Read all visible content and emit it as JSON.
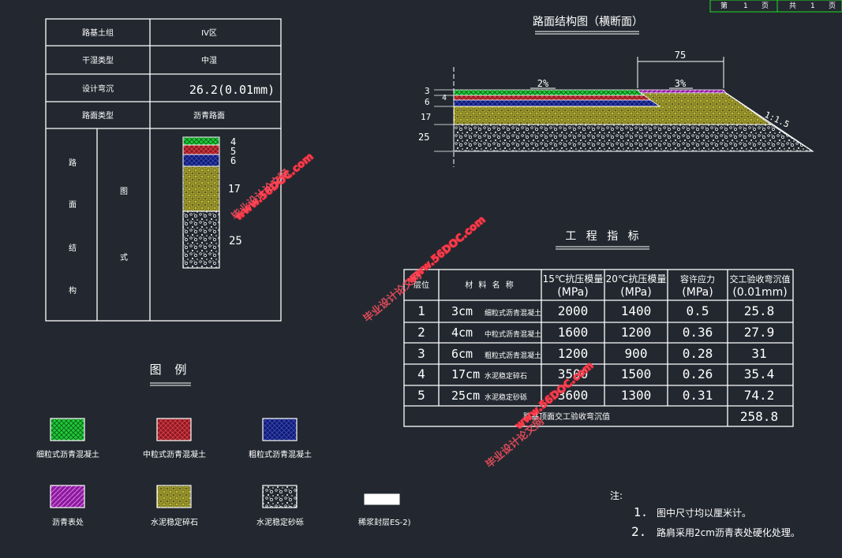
{
  "colors": {
    "background": "#232830",
    "line": "#ffffff",
    "border_green": "#22dd22",
    "watermark": "#ff3040"
  },
  "page_box": {
    "first": "第",
    "page_no": "1",
    "page_unit": "页",
    "total": "共",
    "total_no": "1",
    "total_unit": "页"
  },
  "left_table": {
    "rows": [
      {
        "label": "路基土组",
        "value": "IV区"
      },
      {
        "label": "干湿类型",
        "value": "中湿"
      },
      {
        "label": "设计弯沉",
        "value": "26.2(0.01mm)"
      },
      {
        "label": "路面类型",
        "value": "沥青路面"
      }
    ],
    "structure_label": [
      "路",
      "面",
      "结",
      "构"
    ],
    "figure_label": [
      "图",
      "式"
    ],
    "layer_numbers": [
      "4",
      "5",
      "6",
      "17",
      "25"
    ]
  },
  "cross_section": {
    "title": "路面结构图（横断面）",
    "top_dim": "75",
    "slope_left": "2%",
    "slope_right": "3%",
    "side_slope": "1:1.5",
    "left_dims": [
      "3",
      "6",
      "17",
      "25"
    ],
    "inner_dim": "4"
  },
  "eng_table": {
    "title": "工 程 指 标",
    "headers": [
      "层位",
      "材 料 名 称",
      "15℃抗压模量\n(MPa)",
      "20℃抗压模量\n(MPa)",
      "容许应力\n(MPa)",
      "交工验收弯沉值\n(0.01mm)"
    ],
    "rows": [
      [
        "1",
        "3cm",
        "细粒式沥青混凝土",
        "2000",
        "1400",
        "0.5",
        "25.8"
      ],
      [
        "2",
        "4cm",
        "中粒式沥青混凝土",
        "1600",
        "1200",
        "0.36",
        "27.9"
      ],
      [
        "3",
        "6cm",
        "粗粒式沥青混凝土",
        "1200",
        "900",
        "0.28",
        "31"
      ],
      [
        "4",
        "17cm",
        "水泥稳定碎石",
        "3500",
        "1500",
        "0.26",
        "35.4"
      ],
      [
        "5",
        "25cm",
        "水泥稳定砂砾",
        "3600",
        "1300",
        "0.31",
        "74.2"
      ]
    ],
    "total_label": "路基顶面交工验收弯沉值",
    "total_value": "258.8"
  },
  "legend": {
    "title": "图 例",
    "items": [
      {
        "label": "细粒式沥青混凝土"
      },
      {
        "label": "中粒式沥青混凝土"
      },
      {
        "label": "粗粒式沥青混凝土"
      },
      {
        "label": "沥青表处"
      },
      {
        "label": "水泥稳定碎石"
      },
      {
        "label": "水泥稳定砂砾"
      },
      {
        "label": "稀浆封层ES-2)"
      }
    ]
  },
  "notes": {
    "heading": "注:",
    "items": [
      {
        "num": "1.",
        "text": "图中尺寸均以厘米计。"
      },
      {
        "num": "2.",
        "text": "路肩采用2cm沥青表处硬化处理。"
      }
    ]
  },
  "watermark": {
    "site": "www.56DOC.com",
    "name": "毕业设计论文网"
  }
}
